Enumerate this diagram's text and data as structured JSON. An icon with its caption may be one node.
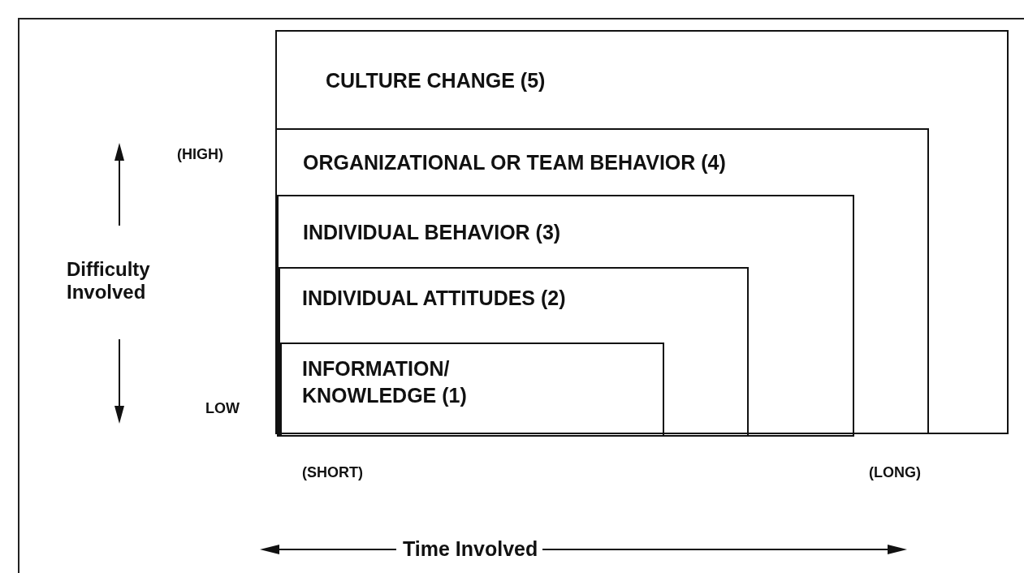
{
  "diagram": {
    "nodes": [
      {
        "text": [
          "CULTURE CHANGE (5)"
        ]
      },
      {
        "text": [
          "ORGANIZATIONAL OR TEAM BEHAVIOR (4)"
        ],
        "in": 0
      },
      {
        "text": [
          "INDIVIDUAL BEHAVIOR (3)"
        ],
        "in": 1
      },
      {
        "text": [
          "INDIVIDUAL ATTITUDES (2)"
        ],
        "in": 2
      },
      {
        "text": [
          "INFORMATION/ KNOWLEDGE (1)"
        ],
        "in": 3
      }
    ],
    "labels": [
      "(HIGH)",
      "Difficulty Involved",
      "LOW",
      "(SHORT)",
      "(LONG)",
      "Time Involved"
    ]
  }
}
